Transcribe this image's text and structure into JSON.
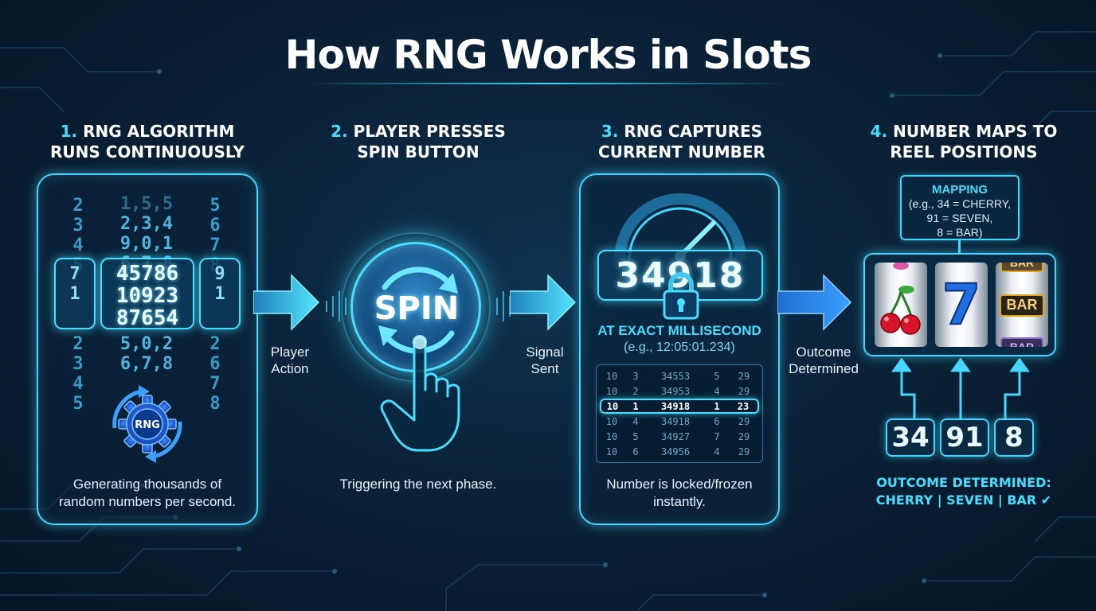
{
  "title": "How RNG Works in Slots",
  "steps": [
    {
      "num": "1.",
      "line1": "RNG ALGORITHM",
      "line2": "RUNS CONTINUOUSLY"
    },
    {
      "num": "2.",
      "line1": "PLAYER PRESSES",
      "line2": "SPIN BUTTON"
    },
    {
      "num": "3.",
      "line1": "RNG CAPTURES",
      "line2": "CURRENT NUMBER"
    },
    {
      "num": "4.",
      "line1": "NUMBER MAPS TO",
      "line2": "REEL POSITIONS"
    }
  ],
  "panel1": {
    "reel_left": [
      "2",
      "3",
      "4",
      "5",
      "7",
      "1",
      "2",
      "3",
      "4",
      "5"
    ],
    "reel_right": [
      "5",
      "6",
      "7",
      "8",
      "9",
      "1",
      "2",
      "6",
      "7",
      "8"
    ],
    "top_lines": [
      "1,5,5",
      "2,3,4",
      "9,0,1",
      "6,7,8"
    ],
    "window_numbers": [
      "45786",
      "10923",
      "87654"
    ],
    "bottom_lines": [
      "5,0,2",
      "6,7,8"
    ],
    "gear_label": "RNG",
    "caption_line1": "Generating thousands of",
    "caption_line2": "random numbers per second."
  },
  "arrow1": {
    "line1": "Player",
    "line2": "Action"
  },
  "spin": {
    "label": "SPIN",
    "caption": "Triggering the next phase."
  },
  "arrow2": {
    "line1": "Signal",
    "line2": "Sent"
  },
  "panel3": {
    "captured": "34918",
    "ms_title": "AT EXACT MILLISECOND",
    "ms_example": "(e.g., 12:05:01.234)",
    "table": [
      [
        "10",
        "3",
        "34553",
        "5",
        "29"
      ],
      [
        "10",
        "2",
        "34953",
        "4",
        "29"
      ],
      [
        "10",
        "1",
        "34918",
        "1",
        "23"
      ],
      [
        "10",
        "4",
        "34918",
        "6",
        "29"
      ],
      [
        "10",
        "5",
        "34927",
        "7",
        "29"
      ],
      [
        "10",
        "6",
        "34956",
        "4",
        "29"
      ]
    ],
    "caption_line1": "Number is locked/frozen",
    "caption_line2": "instantly."
  },
  "arrow3": {
    "line1": "Outcome",
    "line2": "Determined"
  },
  "panel4": {
    "mapping_title": "MAPPING",
    "mapping_lines": [
      "(e.g., 34 = CHERRY,",
      "91 = SEVEN,",
      "8 = BAR)"
    ],
    "bar_label": "BAR",
    "seven": "7",
    "numbers": [
      "34",
      "91",
      "8"
    ],
    "outcome_line1": "OUTCOME DETERMINED:",
    "outcome_line2": "CHERRY | SEVEN | BAR"
  },
  "colors": {
    "accent": "#46d6ff",
    "text": "#ffffff",
    "bg": "#0a2238",
    "seven": "#1f6fe0",
    "cherry": "#d8142a",
    "bar_gold": "#e3a21c"
  }
}
